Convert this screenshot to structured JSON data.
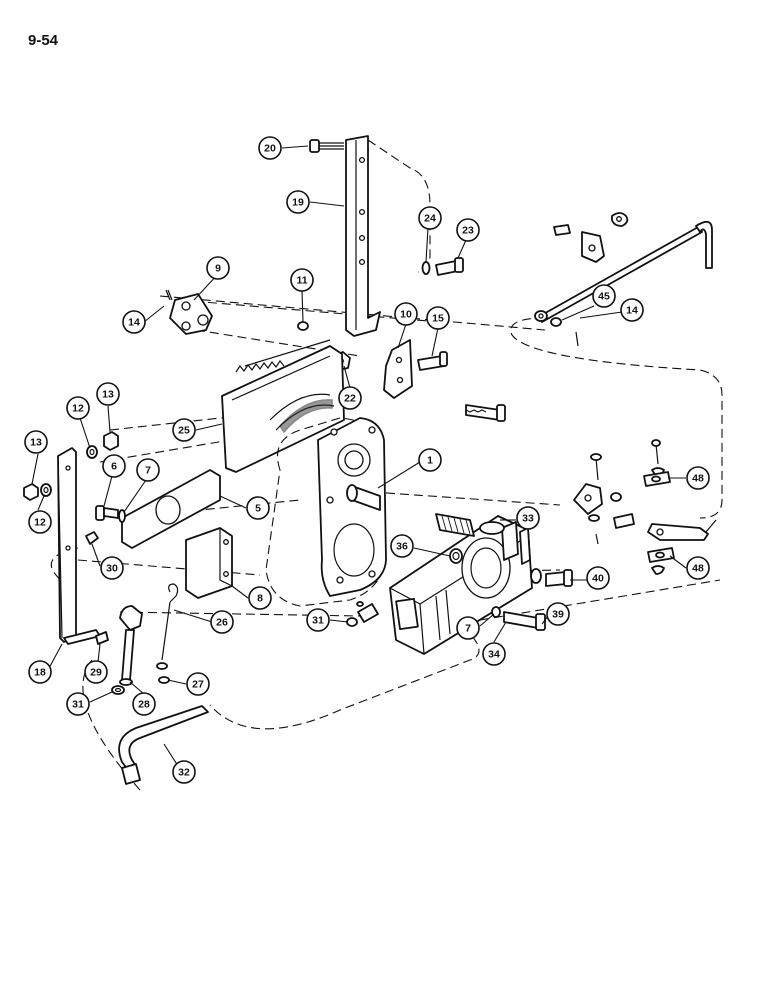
{
  "page_ref": "9-54",
  "callouts": [
    {
      "id": "c20",
      "num": "20"
    },
    {
      "id": "c19",
      "num": "19"
    },
    {
      "id": "c24",
      "num": "24"
    },
    {
      "id": "c23",
      "num": "23"
    },
    {
      "id": "c9",
      "num": "9"
    },
    {
      "id": "c11",
      "num": "11"
    },
    {
      "id": "c14a",
      "num": "14"
    },
    {
      "id": "c10",
      "num": "10"
    },
    {
      "id": "c15",
      "num": "15"
    },
    {
      "id": "c45",
      "num": "45"
    },
    {
      "id": "c14b",
      "num": "14"
    },
    {
      "id": "c22",
      "num": "22"
    },
    {
      "id": "c13a",
      "num": "13"
    },
    {
      "id": "c12a",
      "num": "12"
    },
    {
      "id": "c25",
      "num": "25"
    },
    {
      "id": "c13b",
      "num": "13"
    },
    {
      "id": "c6",
      "num": "6"
    },
    {
      "id": "c7a",
      "num": "7"
    },
    {
      "id": "c12b",
      "num": "12"
    },
    {
      "id": "c1",
      "num": "1"
    },
    {
      "id": "c48a",
      "num": "48"
    },
    {
      "id": "c5",
      "num": "5"
    },
    {
      "id": "c33",
      "num": "33"
    },
    {
      "id": "c30",
      "num": "30"
    },
    {
      "id": "c36",
      "num": "36"
    },
    {
      "id": "c48b",
      "num": "48"
    },
    {
      "id": "c40",
      "num": "40"
    },
    {
      "id": "c8",
      "num": "8"
    },
    {
      "id": "c26",
      "num": "26"
    },
    {
      "id": "c31a",
      "num": "31"
    },
    {
      "id": "c39",
      "num": "39"
    },
    {
      "id": "c7b",
      "num": "7"
    },
    {
      "id": "c34",
      "num": "34"
    },
    {
      "id": "c18",
      "num": "18"
    },
    {
      "id": "c29",
      "num": "29"
    },
    {
      "id": "c27",
      "num": "27"
    },
    {
      "id": "c31b",
      "num": "31"
    },
    {
      "id": "c28",
      "num": "28"
    },
    {
      "id": "c32",
      "num": "32"
    }
  ]
}
